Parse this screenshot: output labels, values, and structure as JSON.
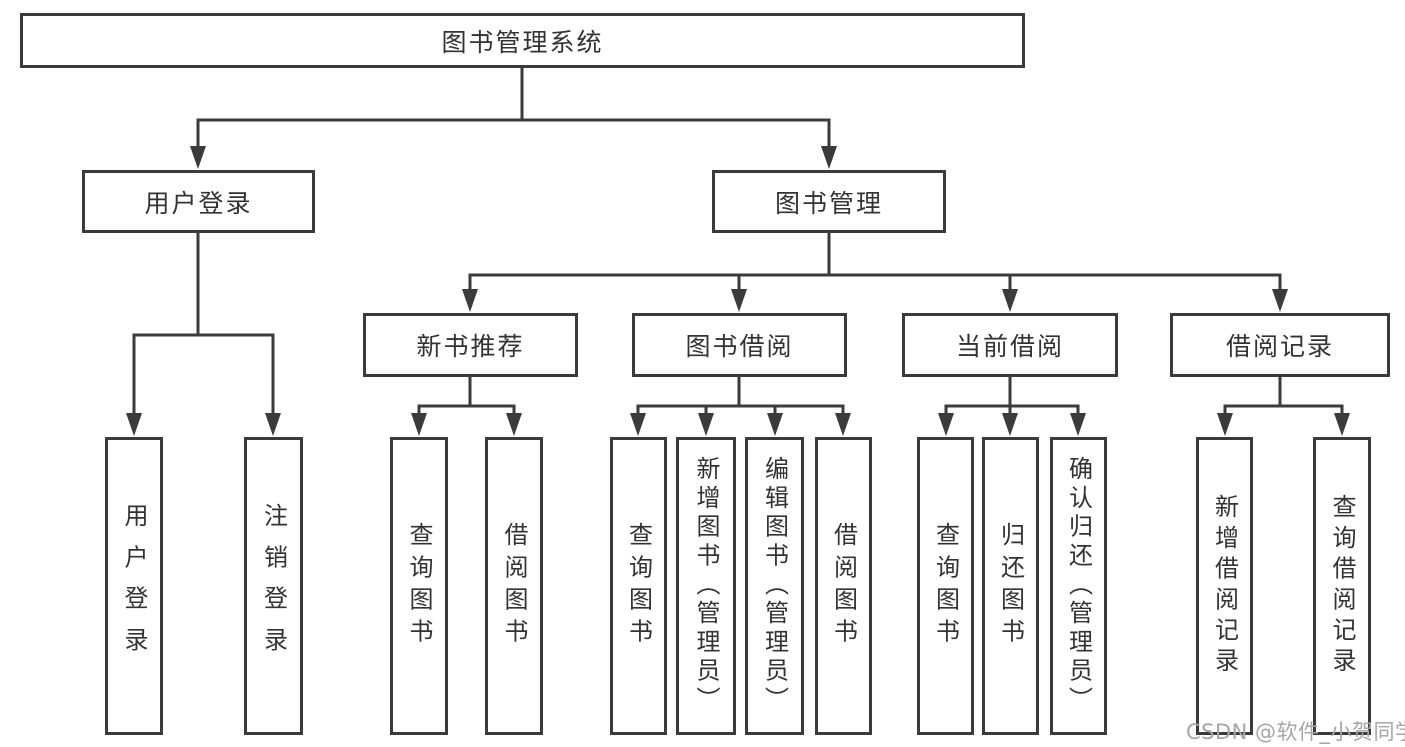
{
  "tree": {
    "root": {
      "label": "图书管理系统"
    },
    "branches": [
      {
        "label": "用户登录",
        "children": [
          {
            "label": "用户登录"
          },
          {
            "label": "注销登录"
          }
        ]
      },
      {
        "label": "图书管理",
        "sections": [
          {
            "label": "新书推荐",
            "children": [
              {
                "label": "查询图书"
              },
              {
                "label": "借阅图书"
              }
            ]
          },
          {
            "label": "图书借阅",
            "children": [
              {
                "label": "查询图书"
              },
              {
                "label": "新增图书（管理员）"
              },
              {
                "label": "编辑图书（管理员）"
              },
              {
                "label": "借阅图书"
              }
            ]
          },
          {
            "label": "当前借阅",
            "children": [
              {
                "label": "查询图书"
              },
              {
                "label": "归还图书"
              },
              {
                "label": "确认归还（管理员）"
              }
            ]
          },
          {
            "label": "借阅记录",
            "children": [
              {
                "label": "新增借阅记录"
              },
              {
                "label": "查询借阅记录"
              }
            ]
          }
        ]
      }
    ]
  },
  "watermark": {
    "text": "CSDN @软件_小贺同学"
  },
  "colors": {
    "line": "#3b3b3b",
    "text": "#333333",
    "watermark": "#a6a6a6",
    "background": "#ffffff"
  }
}
